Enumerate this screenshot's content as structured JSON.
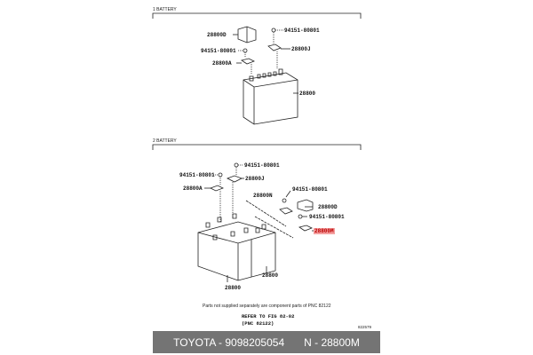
{
  "sections": [
    {
      "title": "1 BATTERY",
      "labels": {
        "d": "28800D",
        "nut_r": "94151-80801",
        "nut_l": "94151-80801",
        "j": "28800J",
        "a": "28800A",
        "battery": "28800"
      }
    },
    {
      "title": "2 BATTERY",
      "labels": {
        "nut_t": "94151-80801",
        "nut_l": "94151-80801",
        "j": "28800J",
        "a": "28800A",
        "n": "28800N",
        "nut_r": "94151-80801",
        "d": "28800D",
        "nut_r2": "94151-80801",
        "m": "28800M",
        "battery_r": "28800",
        "battery_l": "28800"
      }
    }
  ],
  "note": "Parts not supplied separately are component parts of PNC 82122",
  "refer": "REFER TO FIG 82-02",
  "refer_pnc": "(PNC 82122)",
  "figure_code": "822579",
  "footer": {
    "brand_part": "TOYOTA - 9098205054",
    "n_part": "N - 28800M"
  },
  "colors": {
    "highlight": "#f4a0a0",
    "footer_bg": "#747474"
  }
}
